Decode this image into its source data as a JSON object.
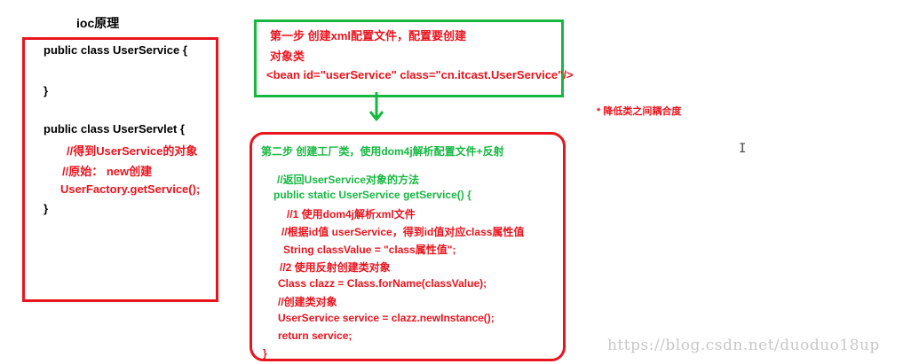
{
  "title": "ioc原理",
  "left_box": {
    "lines": [
      {
        "text": "public class UserService {",
        "color": "black"
      },
      {
        "text": "}",
        "color": "black"
      },
      {
        "text": "public class UserServlet {",
        "color": "black"
      },
      {
        "text": "//得到UserService的对象",
        "color": "red"
      },
      {
        "text": "//原始： new创建",
        "color": "red"
      },
      {
        "text": "UserFactory.getService();",
        "color": "red"
      },
      {
        "text": "}",
        "color": "black"
      }
    ]
  },
  "step1_box": {
    "line1": "第一步 创建xml配置文件，配置要创建",
    "line2": "对象类",
    "line3": "<bean id=\"userService\"  class=\"cn.itcast.UserService\"/>"
  },
  "step2_box": {
    "heading": "第二步 创建工厂类，使用dom4j解析配置文件+反射",
    "lines": [
      {
        "text": "//返回UserService对象的方法",
        "color": "green"
      },
      {
        "text": "public static UserService getService() {",
        "color": "green"
      },
      {
        "text": "//1 使用dom4j解析xml文件",
        "color": "red"
      },
      {
        "text": "//根据id值 userService，得到id值对应class属性值",
        "color": "red"
      },
      {
        "text": "String  classValue = \"class属性值\";",
        "color": "red"
      },
      {
        "text": "//2 使用反射创建类对象",
        "color": "red"
      },
      {
        "text": "Class clazz = Class.forName(classValue);",
        "color": "red"
      },
      {
        "text": "//创建类对象",
        "color": "red"
      },
      {
        "text": "UserService service = clazz.newInstance();",
        "color": "red"
      },
      {
        "text": "return service;",
        "color": "red"
      },
      {
        "text": "}",
        "color": "red"
      }
    ]
  },
  "note": "* 降低类之间耦合度",
  "cursor_glyph": "I",
  "watermark": "https://blog.csdn.net/duoduo18up",
  "colors": {
    "red": "#e8141e",
    "green": "#17b842",
    "black": "#000000"
  }
}
